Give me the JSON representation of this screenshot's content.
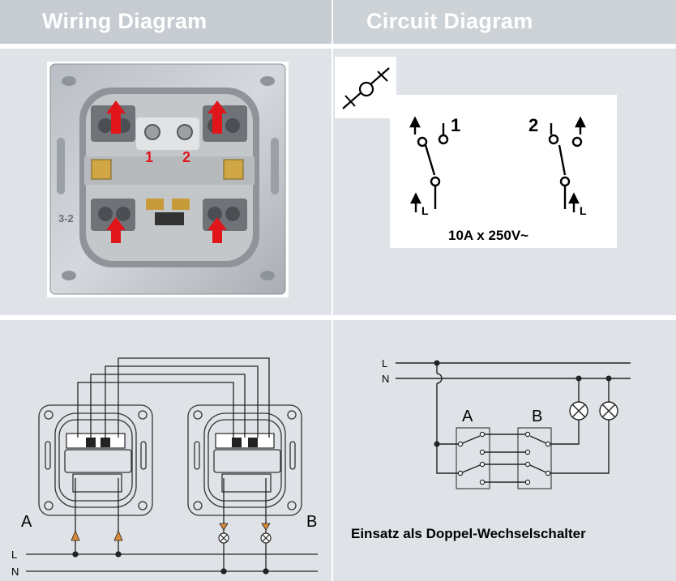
{
  "headers": {
    "wiring": "Wiring Diagram",
    "circuit": "Circuit Diagram"
  },
  "photo": {
    "terminal_labels": [
      "1",
      "2"
    ],
    "side_label": "3-2"
  },
  "schematic_symbol": {
    "terminal_1": "1",
    "terminal_2": "2",
    "line_label_1": "L",
    "line_label_2": "L",
    "rating": "10A x 250V~"
  },
  "wiring_plan": {
    "switch_a": "A",
    "switch_b": "B",
    "line_l": "L",
    "line_n": "N"
  },
  "circuit_plan": {
    "line_l": "L",
    "line_n": "N",
    "switch_a": "A",
    "switch_b": "B",
    "caption": "Einsatz als Doppel-Wechselschalter"
  },
  "colors": {
    "header_band": "#c7ccd2",
    "panel_bg": "#dfe3e8",
    "arrow_red": "#e0161b",
    "marker_orange": "#d98a3a"
  }
}
